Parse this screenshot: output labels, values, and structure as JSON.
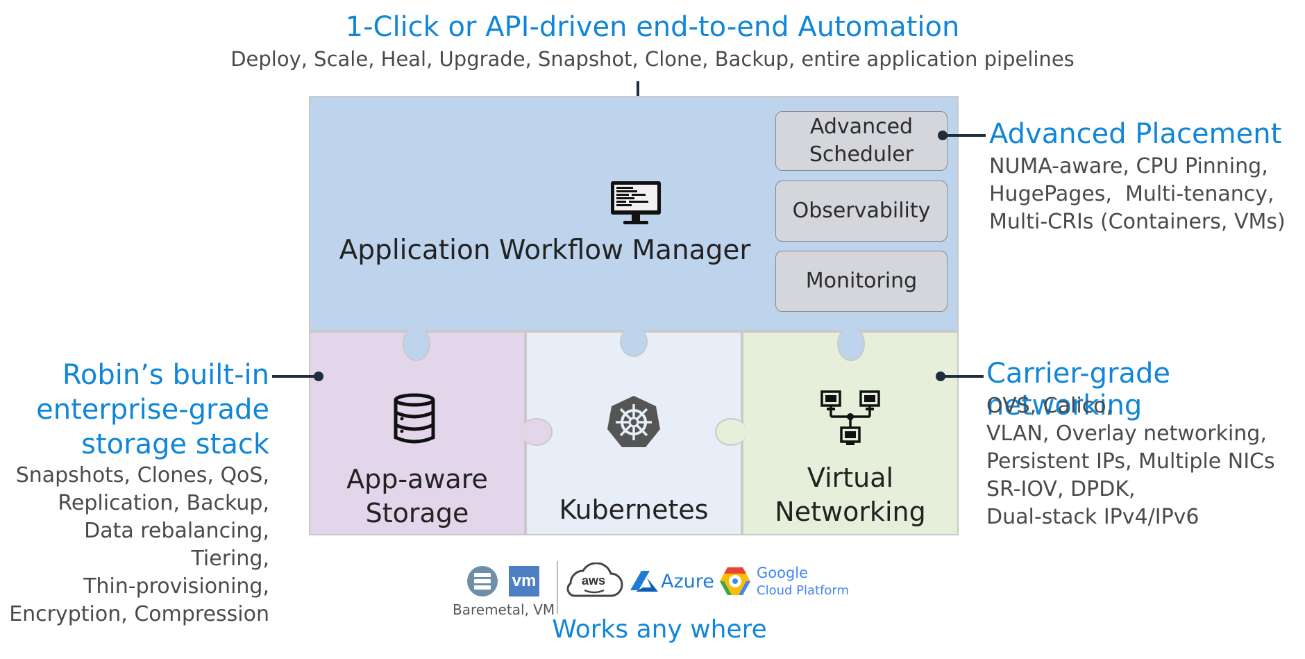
{
  "header": {
    "title": "1-Click or API-driven end-to-end Automation",
    "subtitle": "Deploy, Scale, Heal, Upgrade, Snapshot, Clone, Backup, entire application pipelines"
  },
  "workflow_manager": {
    "label": "Application Workflow Manager",
    "icon": "monitor-icon",
    "side_boxes": [
      "Advanced\nScheduler",
      "Observability",
      "Monitoring"
    ]
  },
  "pieces": {
    "storage": {
      "label": "App-aware\nStorage",
      "icon": "database-icon"
    },
    "kubernetes": {
      "label": "Kubernetes",
      "icon": "kubernetes-helm-icon"
    },
    "networking": {
      "label": "Virtual\nNetworking",
      "icon": "network-topology-icon"
    }
  },
  "right_top": {
    "heading": "Advanced Placement",
    "lines": [
      "NUMA-aware, CPU Pinning,",
      "HugePages,  Multi-tenancy,",
      "Multi-CRIs (Containers, VMs)"
    ]
  },
  "right_bottom": {
    "heading": "Carrier-grade networking",
    "lines": [
      "OVS, Calico,",
      "VLAN, Overlay networking,",
      "Persistent IPs, Multiple NICs",
      "SR-IOV, DPDK,",
      "Dual-stack IPv4/IPv6"
    ]
  },
  "left": {
    "heading_lines": [
      "Robin’s built-in",
      "enterprise-grade",
      "storage stack"
    ],
    "lines": [
      "Snapshots, Clones, QoS,",
      "Replication, Backup,",
      "Data rebalancing, Tiering,",
      "Thin-provisioning,",
      "Encryption, Compression"
    ]
  },
  "footer": {
    "baremetal_caption": "Baremetal, VM",
    "vm_logo": "vm",
    "aws_logo": "aws",
    "azure_label": "Azure",
    "google_line1": "Google",
    "google_line2": "Cloud Platform",
    "works_label": "Works any where"
  },
  "colors": {
    "accent_blue": "#0f86d8",
    "top_panel": "#bed3ec",
    "storage_panel": "#e4d6ea",
    "kubernetes_panel": "#e7eef7",
    "networking_panel": "#e5efd9"
  }
}
